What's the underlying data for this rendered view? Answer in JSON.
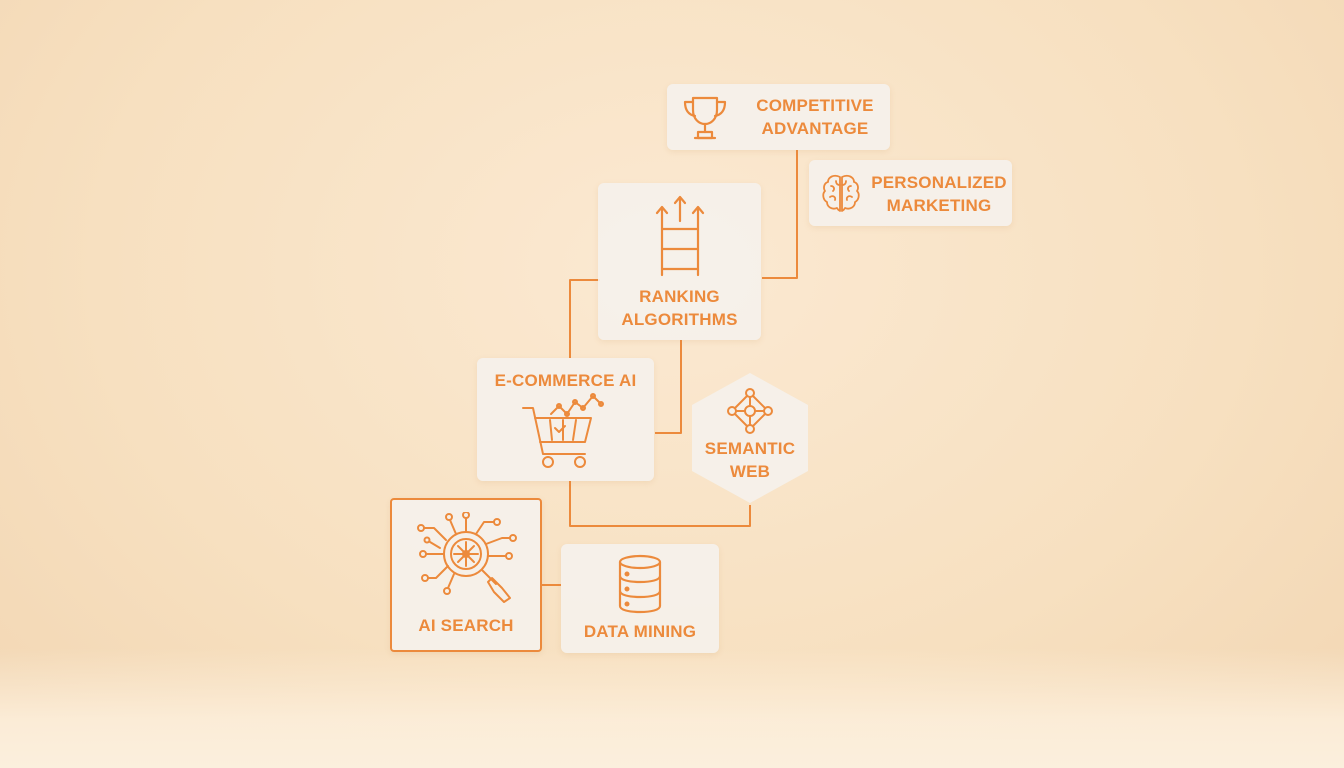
{
  "colors": {
    "accent": "#ec8a3c",
    "card": "#f5f1ec",
    "background": "#f7e0c0"
  },
  "nodes": {
    "competitive_advantage": {
      "label": "COMPETITIVE\nADVANTAGE",
      "icon": "trophy-icon"
    },
    "personalized_marketing": {
      "label": "PERSONALIZED\nMARKETING",
      "icon": "brain-icon"
    },
    "ranking_algorithms": {
      "label": "RANKING\nALGORITHMS",
      "icon": "ladder-arrows-icon"
    },
    "ecommerce_ai": {
      "label": "E-COMMERCE AI",
      "icon": "shopping-cart-icon"
    },
    "semantic_web": {
      "label": "SEMANTIC\nWEB",
      "icon": "network-icon"
    },
    "ai_search": {
      "label": "AI SEARCH",
      "icon": "magnifier-circuit-icon"
    },
    "data_mining": {
      "label": "DATA MINING",
      "icon": "database-icon"
    }
  }
}
